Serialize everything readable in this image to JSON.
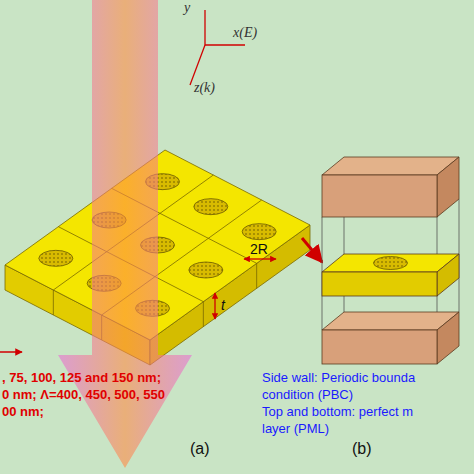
{
  "diagram": {
    "labels": [
      "y",
      "x(E)",
      "z(k)",
      "2R",
      "t",
      ", 75, 100, 125 and 150 nm;",
      "0 nm; Λ=400, 450, 500, 550",
      "00 nm;",
      "(a)",
      "Side wall: Periodic bounda",
      "condition (PBC)",
      "Top and bottom: perfect m",
      "layer (PML)",
      "(b)"
    ]
  }
}
